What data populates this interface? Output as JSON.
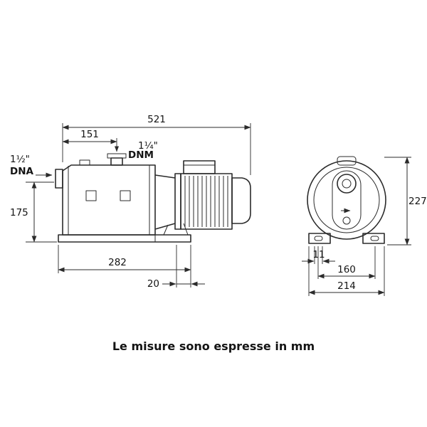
{
  "diagram": {
    "caption": "Le misure sono espresse in mm",
    "dims": {
      "total_length": "521",
      "body_length": "151",
      "dnm_size": "1¼\"",
      "dnm": "DNM",
      "dna_size": "1½\"",
      "dna": "DNA",
      "height_axis": "175",
      "base_length": "282",
      "foot_width": "20",
      "front_height": "227",
      "slot_width": "11",
      "bolt_spacing": "160",
      "front_width": "214"
    }
  }
}
